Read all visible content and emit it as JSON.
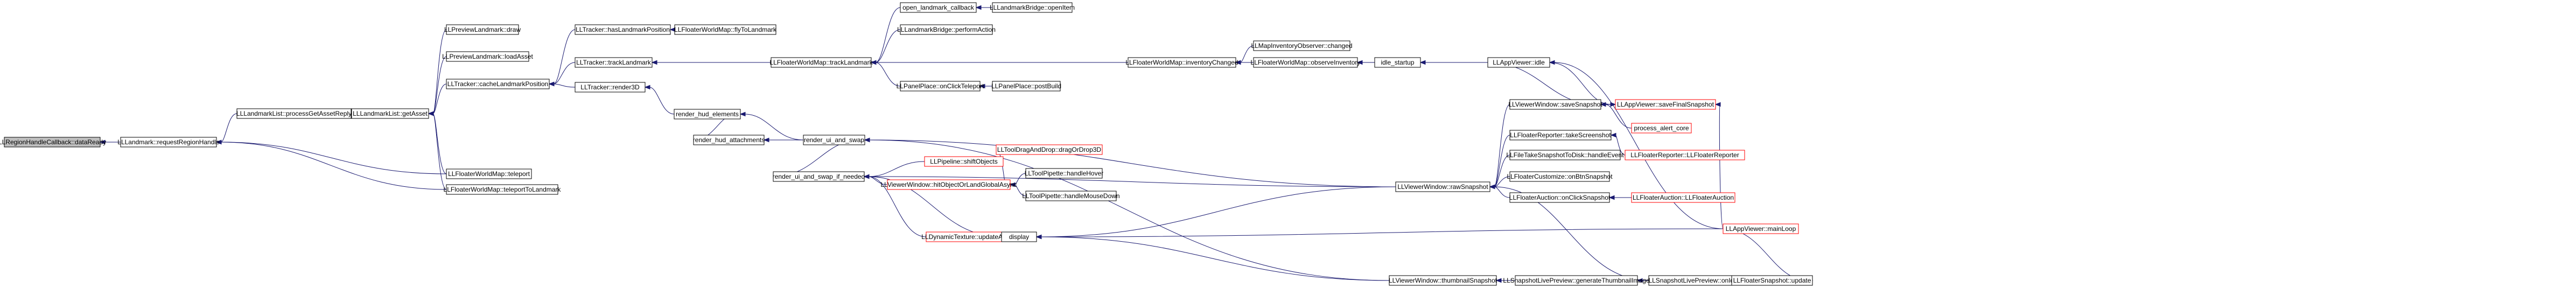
{
  "diagram": {
    "title": "",
    "nodes": [
      {
        "id": "n0",
        "label": "LLRegionHandleCallback::dataReady",
        "style": "focus"
      },
      {
        "id": "n1",
        "label": "LLLandmark::requestRegionHandle",
        "style": "normal"
      },
      {
        "id": "n2",
        "label": "LLLandmarkList::processGetAssetReply",
        "style": "normal"
      },
      {
        "id": "n3",
        "label": "LLLandmarkList::getAsset",
        "style": "normal"
      },
      {
        "id": "n4",
        "label": "LLPreviewLandmark::draw",
        "style": "normal"
      },
      {
        "id": "n5",
        "label": "LLPreviewLandmark::loadAsset",
        "style": "normal"
      },
      {
        "id": "n6",
        "label": "LLTracker::cacheLandmarkPosition",
        "style": "normal"
      },
      {
        "id": "n7",
        "label": "LLFloaterWorldMap::teleport",
        "style": "normal"
      },
      {
        "id": "n8",
        "label": "LLFloaterWorldMap::teleportToLandmark",
        "style": "normal"
      },
      {
        "id": "n9",
        "label": "LLTracker::hasLandmarkPosition",
        "style": "normal"
      },
      {
        "id": "n10",
        "label": "LLTracker::trackLandmark",
        "style": "normal"
      },
      {
        "id": "n11",
        "label": "LLTracker::render3D",
        "style": "normal"
      },
      {
        "id": "n12",
        "label": "LLFloaterWorldMap::flyToLandmark",
        "style": "normal"
      },
      {
        "id": "n13",
        "label": "LLFloaterWorldMap::trackLandmark",
        "style": "normal"
      },
      {
        "id": "n14",
        "label": "render_hud_elements",
        "style": "normal"
      },
      {
        "id": "n15",
        "label": "render_hud_attachments",
        "style": "normal"
      },
      {
        "id": "n16",
        "label": "render_ui_and_swap",
        "style": "normal"
      },
      {
        "id": "n17",
        "label": "render_ui_and_swap_if_needed",
        "style": "normal"
      },
      {
        "id": "n18",
        "label": "open_landmark_callback",
        "style": "normal"
      },
      {
        "id": "n19",
        "label": "LLLandmarkBridge::openItem",
        "style": "normal"
      },
      {
        "id": "n20",
        "label": "LLLandmarkBridge::performAction",
        "style": "normal"
      },
      {
        "id": "n21",
        "label": "LLPanelPlace::onClickTeleport",
        "style": "normal"
      },
      {
        "id": "n22",
        "label": "LLPanelPlace::postBuild",
        "style": "normal"
      },
      {
        "id": "n23",
        "label": "LLFloaterWorldMap::inventoryChanged",
        "style": "normal"
      },
      {
        "id": "n24",
        "label": "LLMapInventoryObserver::changed",
        "style": "normal"
      },
      {
        "id": "n25",
        "label": "LLFloaterWorldMap::observeInventory",
        "style": "normal"
      },
      {
        "id": "n26",
        "label": "idle_startup",
        "style": "normal"
      },
      {
        "id": "n27",
        "label": "LLAppViewer::idle",
        "style": "normal"
      },
      {
        "id": "n28",
        "label": "LLPipeline::shiftObjects",
        "style": "red"
      },
      {
        "id": "n29",
        "label": "LLViewerWindow::hitObjectOrLandGlobalAsync",
        "style": "red"
      },
      {
        "id": "n30",
        "label": "LLToolDragAndDrop::dragOrDrop3D",
        "style": "red"
      },
      {
        "id": "n31",
        "label": "LLToolPipette::handleHover",
        "style": "normal"
      },
      {
        "id": "n32",
        "label": "LLToolPipette::handleMouseDown",
        "style": "normal"
      },
      {
        "id": "n33",
        "label": "LLDynamicTexture::updateAllInstances",
        "style": "red"
      },
      {
        "id": "n34",
        "label": "display",
        "style": "normal"
      },
      {
        "id": "n35",
        "label": "LLViewerWindow::rawSnapshot",
        "style": "normal"
      },
      {
        "id": "n36",
        "label": "LLViewerWindow::thumbnailSnapshot",
        "style": "normal"
      },
      {
        "id": "n37",
        "label": "LLViewerWindow::saveSnapshot",
        "style": "normal"
      },
      {
        "id": "n38",
        "label": "LLFloaterReporter::takeScreenshot",
        "style": "normal"
      },
      {
        "id": "n39",
        "label": "LLFileTakeSnapshotToDisk::handleEvent",
        "style": "normal"
      },
      {
        "id": "n40",
        "label": "LLFloaterCustomize::onBtnSnapshot",
        "style": "normal"
      },
      {
        "id": "n41",
        "label": "LLFloaterAuction::onClickSnapshot",
        "style": "normal"
      },
      {
        "id": "n42",
        "label": "LLSnapshotLivePreview::generateThumbnailImage",
        "style": "normal"
      },
      {
        "id": "n43",
        "label": "LLSnapshotLivePreview::onIdle",
        "style": "normal"
      },
      {
        "id": "n44",
        "label": "LLAppViewer::saveFinalSnapshot",
        "style": "red"
      },
      {
        "id": "n45",
        "label": "process_alert_core",
        "style": "red"
      },
      {
        "id": "n46",
        "label": "LLFloaterReporter::LLFloaterReporter",
        "style": "red"
      },
      {
        "id": "n47",
        "label": "LLFloaterAuction::LLFloaterAuction",
        "style": "red"
      },
      {
        "id": "n48",
        "label": "LLAppViewer::mainLoop",
        "style": "red"
      },
      {
        "id": "n49",
        "label": "LLFloaterSnapshot::update",
        "style": "normal"
      }
    ],
    "edges": [
      {
        "from": "n1",
        "to": "n0"
      },
      {
        "from": "n2",
        "to": "n1"
      },
      {
        "from": "n7",
        "to": "n1"
      },
      {
        "from": "n8",
        "to": "n1"
      },
      {
        "from": "n3",
        "to": "n2"
      },
      {
        "from": "n4",
        "to": "n3"
      },
      {
        "from": "n5",
        "to": "n3"
      },
      {
        "from": "n6",
        "to": "n3"
      },
      {
        "from": "n7",
        "to": "n3"
      },
      {
        "from": "n8",
        "to": "n3"
      },
      {
        "from": "n9",
        "to": "n6"
      },
      {
        "from": "n10",
        "to": "n6"
      },
      {
        "from": "n11",
        "to": "n6"
      },
      {
        "from": "n12",
        "to": "n9"
      },
      {
        "from": "n13",
        "to": "n10"
      },
      {
        "from": "n14",
        "to": "n11"
      },
      {
        "from": "n15",
        "to": "n14"
      },
      {
        "from": "n16",
        "to": "n14"
      },
      {
        "from": "n16",
        "to": "n15"
      },
      {
        "from": "n17",
        "to": "n16"
      },
      {
        "from": "n35",
        "to": "n16"
      },
      {
        "from": "n36",
        "to": "n16"
      },
      {
        "from": "n18",
        "to": "n13"
      },
      {
        "from": "n20",
        "to": "n13"
      },
      {
        "from": "n21",
        "to": "n13"
      },
      {
        "from": "n23",
        "to": "n13"
      },
      {
        "from": "n19",
        "to": "n18"
      },
      {
        "from": "n22",
        "to": "n21"
      },
      {
        "from": "n24",
        "to": "n23"
      },
      {
        "from": "n25",
        "to": "n23"
      },
      {
        "from": "n26",
        "to": "n25"
      },
      {
        "from": "n27",
        "to": "n26"
      },
      {
        "from": "n28",
        "to": "n17"
      },
      {
        "from": "n29",
        "to": "n17"
      },
      {
        "from": "n33",
        "to": "n17"
      },
      {
        "from": "n34",
        "to": "n17"
      },
      {
        "from": "n35",
        "to": "n17"
      },
      {
        "from": "n30",
        "to": "n29"
      },
      {
        "from": "n31",
        "to": "n29"
      },
      {
        "from": "n32",
        "to": "n29"
      },
      {
        "from": "n34",
        "to": "n33"
      },
      {
        "from": "n35",
        "to": "n34"
      },
      {
        "from": "n36",
        "to": "n34"
      },
      {
        "from": "n37",
        "to": "n35"
      },
      {
        "from": "n38",
        "to": "n35"
      },
      {
        "from": "n39",
        "to": "n35"
      },
      {
        "from": "n40",
        "to": "n35"
      },
      {
        "from": "n41",
        "to": "n35"
      },
      {
        "from": "n43",
        "to": "n35"
      },
      {
        "from": "n42",
        "to": "n36"
      },
      {
        "from": "n43",
        "to": "n42"
      },
      {
        "from": "n44",
        "to": "n37"
      },
      {
        "from": "n45",
        "to": "n37"
      },
      {
        "from": "n27",
        "to": "n37"
      },
      {
        "from": "n46",
        "to": "n38"
      },
      {
        "from": "n47",
        "to": "n41"
      },
      {
        "from": "n49",
        "to": "n43"
      },
      {
        "from": "n48",
        "to": "n49"
      },
      {
        "from": "n48",
        "to": "n27"
      },
      {
        "from": "n48",
        "to": "n34"
      },
      {
        "from": "n48",
        "to": "n44"
      },
      {
        "from": "n27",
        "to": "n44"
      }
    ]
  }
}
